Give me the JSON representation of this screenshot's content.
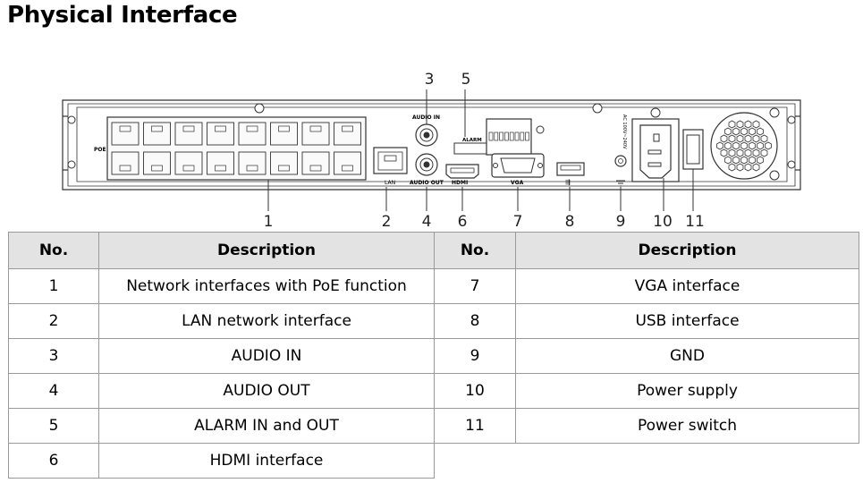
{
  "title": "Physical Interface",
  "panel": {
    "labels": {
      "poe": "POE",
      "lan": "LAN",
      "audio_in": "AUDIO IN",
      "audio_out": "AUDIO OUT",
      "alarm": "ALARM",
      "hdmi": "HDMI",
      "vga": "VGA",
      "power_rating": "AC 100V~240V"
    },
    "callouts": {
      "n1": "1",
      "n2": "2",
      "n3": "3",
      "n4": "4",
      "n5": "5",
      "n6": "6",
      "n7": "7",
      "n8": "8",
      "n9": "9",
      "n10": "10",
      "n11": "11"
    }
  },
  "table": {
    "headers": {
      "no_left": "No.",
      "desc_left": "Description",
      "no_right": "No.",
      "desc_right": "Description"
    },
    "rows": [
      {
        "no_left": "1",
        "desc_left": "Network interfaces with PoE function",
        "no_right": "7",
        "desc_right": "VGA interface"
      },
      {
        "no_left": "2",
        "desc_left": "LAN network interface",
        "no_right": "8",
        "desc_right": "USB interface"
      },
      {
        "no_left": "3",
        "desc_left": "AUDIO IN",
        "no_right": "9",
        "desc_right": "GND"
      },
      {
        "no_left": "4",
        "desc_left": "AUDIO OUT",
        "no_right": "10",
        "desc_right": "Power supply"
      },
      {
        "no_left": "5",
        "desc_left": "ALARM IN and OUT",
        "no_right": "11",
        "desc_right": "Power switch"
      },
      {
        "no_left": "6",
        "desc_left": "HDMI interface"
      }
    ]
  }
}
